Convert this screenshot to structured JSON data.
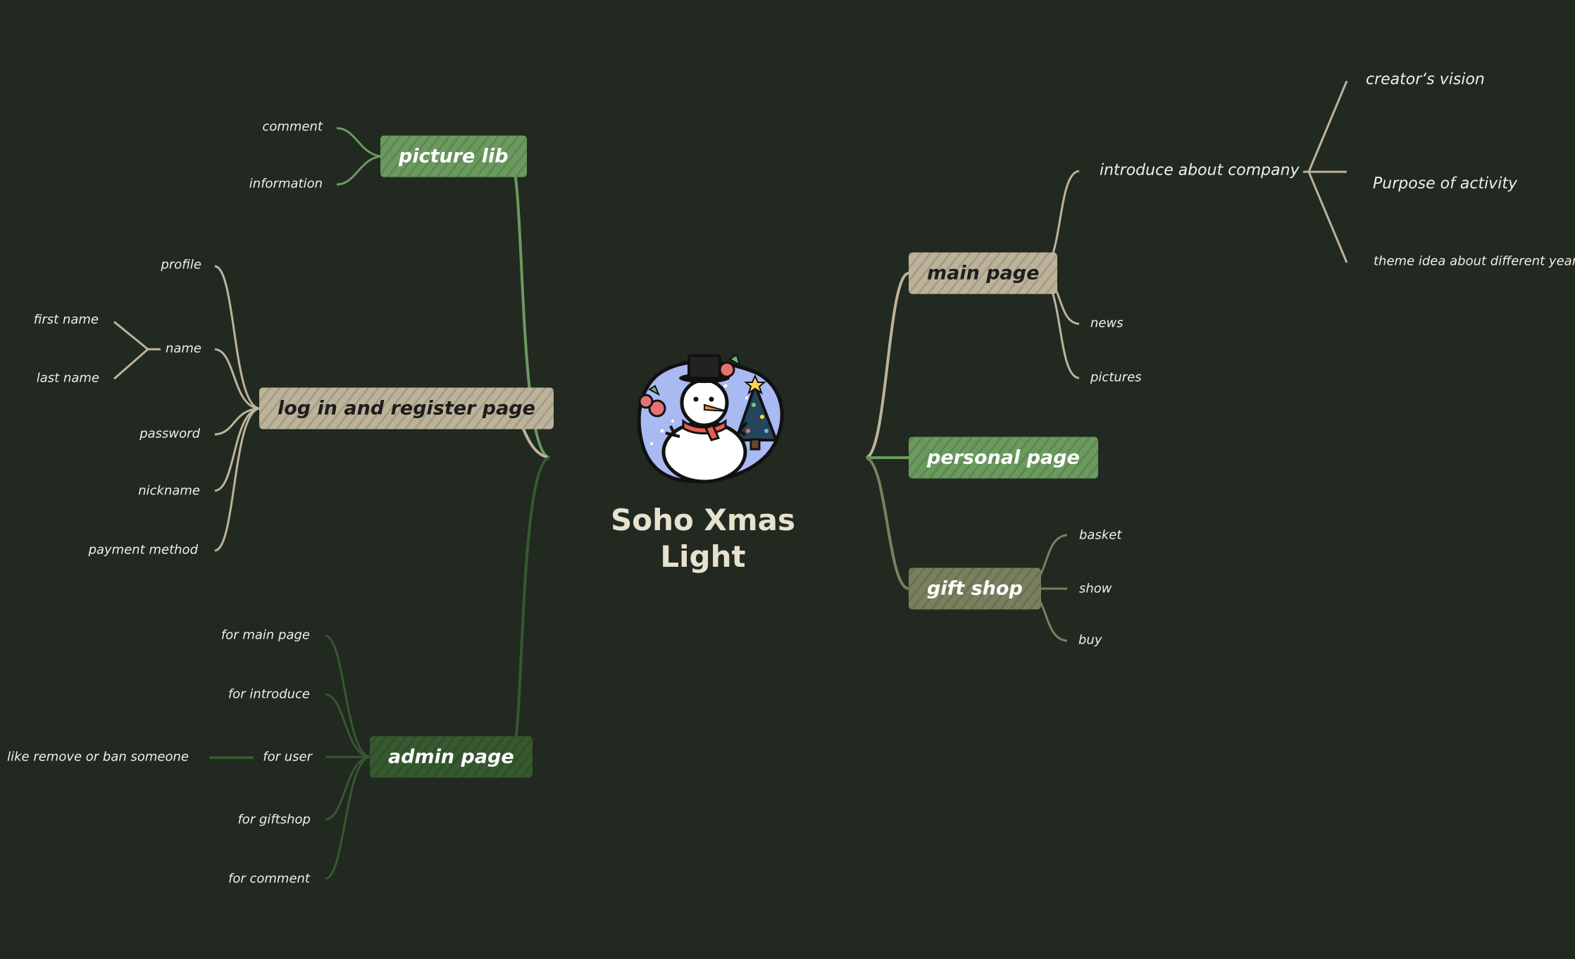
{
  "central": {
    "title_line1": "Soho Xmas",
    "title_line2": "Light",
    "icon": "snowman-christmas-icon"
  },
  "branches": {
    "picture_lib": {
      "label": "picture lib",
      "color": "#6b9a5f",
      "children": [
        "comment",
        "information"
      ]
    },
    "login": {
      "label": "log in and register page",
      "color": "#bdb39a",
      "children": [
        "profile",
        "name",
        "password",
        "nickname",
        "payment method"
      ],
      "name_children": [
        "first name",
        "last name"
      ]
    },
    "admin": {
      "label": "admin page",
      "color": "#36592f",
      "children": [
        "for main page",
        "for introduce",
        "for user",
        "for giftshop",
        "for comment"
      ],
      "user_child": "like remove or ban someone"
    },
    "main_page": {
      "label": "main page",
      "color": "#bdb39a",
      "children": [
        "introduce about company",
        "news",
        "pictures"
      ],
      "introduce_children": [
        "creator‘s vision",
        "Purpose of activity",
        "theme idea about different year"
      ]
    },
    "personal_page": {
      "label": "personal page",
      "color": "#6b9a5f"
    },
    "gift_shop": {
      "label": "gift shop",
      "color": "#79805e",
      "children": [
        "basket",
        "show",
        "buy"
      ]
    }
  }
}
